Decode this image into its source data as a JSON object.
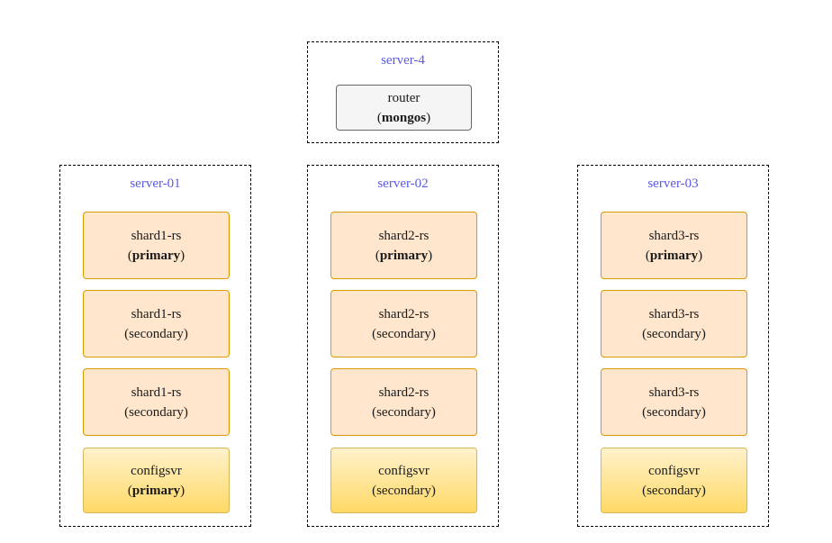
{
  "servers": {
    "s4": {
      "title": "server-4",
      "router": {
        "line1": "router",
        "open": "(",
        "bold": "mongos",
        "close": ")"
      }
    },
    "s1": {
      "title": "server-01",
      "n1": {
        "line1": "shard1-rs",
        "open": "(",
        "bold": "primary",
        "close": ")"
      },
      "n2": {
        "line1": "shard1-rs",
        "line2": "(secondary)"
      },
      "n3": {
        "line1": "shard1-rs",
        "line2": "(secondary)"
      },
      "n4": {
        "line1": "configsvr",
        "open": "(",
        "bold": "primary",
        "close": ")"
      }
    },
    "s2": {
      "title": "server-02",
      "n1": {
        "line1": "shard2-rs",
        "open": "(",
        "bold": "primary",
        "close": ")"
      },
      "n2": {
        "line1": "shard2-rs",
        "line2": "(secondary)"
      },
      "n3": {
        "line1": "shard2-rs",
        "line2": "(secondary)"
      },
      "n4": {
        "line1": "configsvr",
        "line2": "(secondary)"
      }
    },
    "s3": {
      "title": "server-03",
      "n1": {
        "line1": "shard3-rs",
        "open": "(",
        "bold": "primary",
        "close": ")"
      },
      "n2": {
        "line1": "shard3-rs",
        "line2": "(secondary)"
      },
      "n3": {
        "line1": "shard3-rs",
        "line2": "(secondary)"
      },
      "n4": {
        "line1": "configsvr",
        "line2": "(secondary)"
      }
    }
  },
  "colors": {
    "server_title": "#5a5ae6",
    "shard_fill": "#ffe6cc",
    "shard_stroke": "#d79b00",
    "config_fill_top": "#fff2cc",
    "config_fill_bottom": "#ffd966",
    "config_stroke": "#d6b656",
    "router_fill": "#f5f5f5",
    "router_stroke": "#666666"
  }
}
